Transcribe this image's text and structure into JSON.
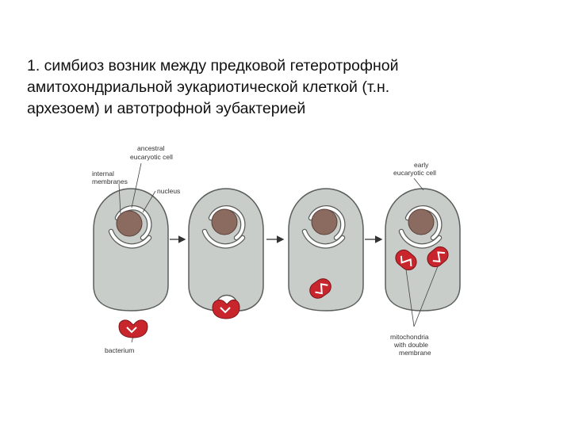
{
  "slide": {
    "text_lines": [
      "1. симбиоз возник между предковой гетеротрофной",
      "амитохондриальной эукариотической клеткой (т.н.",
      "архезоем) и автотрофной эубактерией"
    ]
  },
  "diagram": {
    "labels": {
      "ancestral_1": "ancestral",
      "ancestral_2": "eucaryotic cell",
      "internal_1": "internal",
      "internal_2": "membranes",
      "nucleus": "nucleus",
      "bacterium": "bacterium",
      "early_1": "early",
      "early_2": "eucaryotic cell",
      "mito_1": "mitochondria",
      "mito_2": "with double",
      "mito_3": "membrane"
    },
    "colors": {
      "cell_fill": "#c8cdc9",
      "cell_stroke": "#5a5e5b",
      "nucleus_fill": "#8b6a5f",
      "bacterium_fill": "#c8262c",
      "membrane_fill": "#ffffff"
    }
  }
}
